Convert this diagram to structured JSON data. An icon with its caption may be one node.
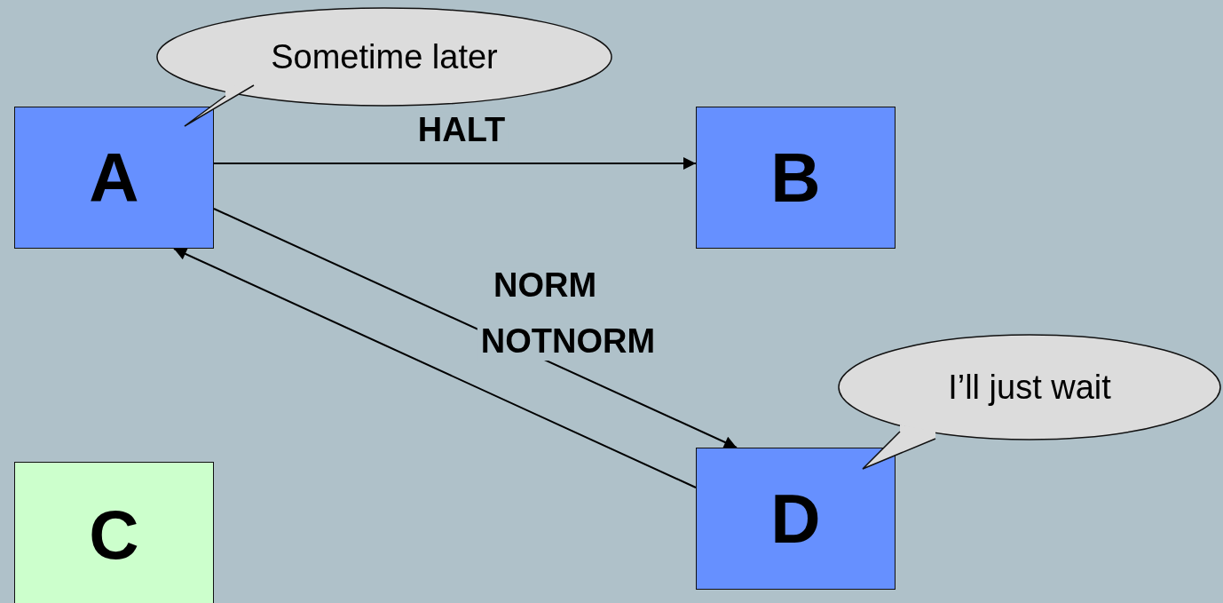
{
  "diagram": {
    "nodes": [
      {
        "text": [
          "A"
        ]
      },
      {
        "text": [
          "B"
        ]
      },
      {
        "text": [
          "C"
        ]
      },
      {
        "text": [
          "D"
        ]
      },
      {
        "text": [
          "Sometime later"
        ]
      },
      {
        "text": [
          "I’ll just wait"
        ]
      }
    ],
    "edges": [
      {
        "from": 0,
        "to": 1,
        "arrow": "to",
        "label": "HALT"
      },
      {
        "from": 0,
        "to": 3,
        "arrow": "to",
        "label": "NORM"
      },
      {
        "from": 3,
        "to": 0,
        "arrow": "to",
        "label": "NOTNORM"
      }
    ]
  }
}
